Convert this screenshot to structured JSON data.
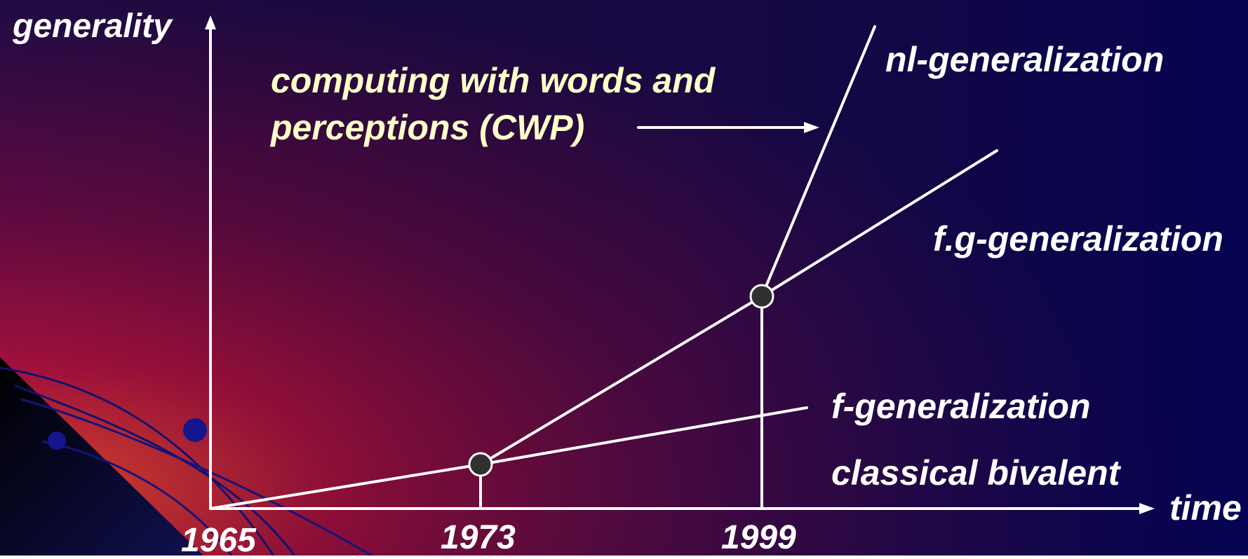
{
  "axes": {
    "y_label": "generality",
    "x_label": "time"
  },
  "years": [
    "1965",
    "1973",
    "1999"
  ],
  "labels": {
    "cwp_line1": "computing with words and",
    "cwp_line2": "perceptions (CWP)",
    "nl": "nl-generalization",
    "fg": "f.g-generalization",
    "f": "f-generalization",
    "classical": "classical bivalent"
  },
  "colors": {
    "background_dark": "#0a0a4a",
    "background_mid": "#5a0a3e",
    "background_warm": "#b01a3a",
    "lines": "#ffffff",
    "annotation_text": "#ffffc8",
    "milestone_dot": "#303030"
  }
}
